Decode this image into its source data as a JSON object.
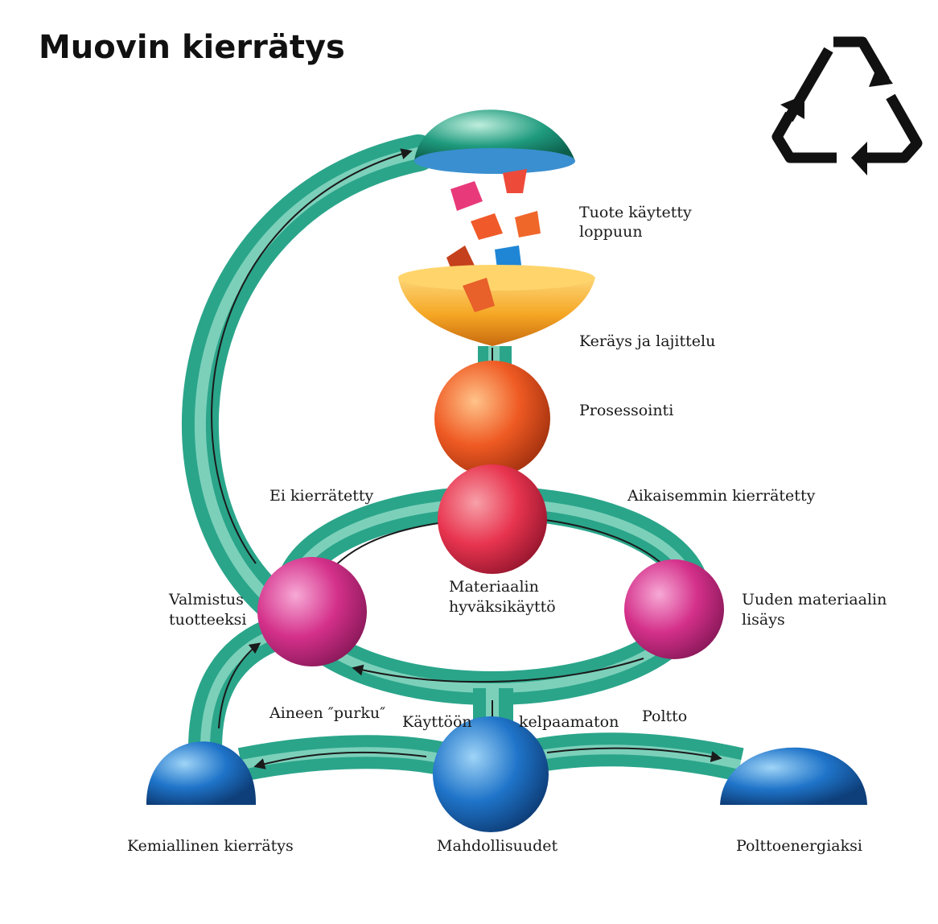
{
  "title": "Muovin kierrätys",
  "icons": {
    "recycle": "recycle-icon"
  },
  "colors": {
    "tube": "#2aa58a",
    "tube_light": "#9fe3cf",
    "top_dome": "#1f9b7e",
    "funnel": "#f5a623",
    "processing_ball": "#ef5a23",
    "material_ball": "#e8344f",
    "pink_ball": "#d4308a",
    "blue_ball": "#1f74c9",
    "arrow": "#1a1a1a"
  },
  "labels": {
    "product_used": [
      "Tuote käytetty",
      "loppuun"
    ],
    "collection": "Keräys ja lajittelu",
    "processing": "Prosessointi",
    "not_recycled": "Ei kierrätetty",
    "previously_recycled": "Aikaisemmin kierrätetty",
    "material_reuse": [
      "Materiaalin",
      "hyväksikäyttö"
    ],
    "manufacturing": [
      "Valmistus",
      "tuotteeksi"
    ],
    "new_material": [
      "Uuden materiaalin",
      "lisäys"
    ],
    "breakdown": "Aineen ″purku″",
    "unusable_left": "Käyttöön",
    "unusable_right": "kelpaamaton",
    "incineration": "Poltto",
    "chemical_recycling": "Kemiallinen kierrätys",
    "possibilities": "Mahdollisuudet",
    "fuel_energy": "Polttoenergiaksi"
  }
}
